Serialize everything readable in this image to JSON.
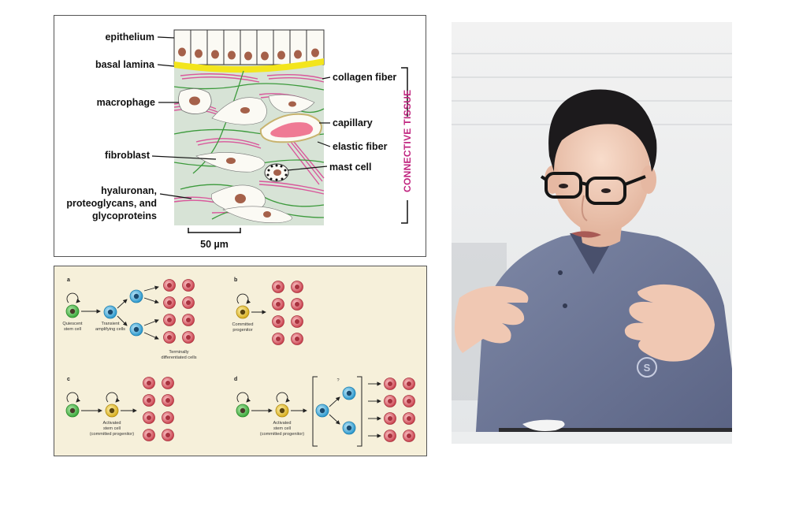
{
  "tissue_diagram": {
    "labels": {
      "epithelium": "epithelium",
      "basal_lamina": "basal lamina",
      "macrophage": "macrophage",
      "fibroblast": "fibroblast",
      "hyaluronan_line1": "hyaluronan,",
      "hyaluronan_line2": "proteoglycans, and",
      "hyaluronan_line3": "glycoproteins",
      "collagen_fiber": "collagen fiber",
      "capillary": "capillary",
      "elastic_fiber": "elastic fiber",
      "mast_cell": "mast cell",
      "connective_tissue": "CONNECTIVE TISSUE",
      "scale_bar": "50 µm"
    },
    "colors": {
      "basal_lamina": "#f3e51c",
      "tissue": "#d7e3d6",
      "collagen": "#d9579b",
      "elastic": "#3c9a3c",
      "accent": "#c0237f"
    }
  },
  "lineage_diagram": {
    "panels": {
      "a": "a",
      "b": "b",
      "c": "c",
      "d": "d"
    },
    "labels": {
      "quiescent_line1": "Quiescent",
      "quiescent_line2": "stem cell",
      "transient_line1": "Transient",
      "transient_line2": "amplifying cells",
      "terminal_line1": "Terminally",
      "terminal_line2": "differentiated cells",
      "committed_line1": "Committed",
      "committed_line2": "progenitor",
      "activated_c_line1": "Activated",
      "activated_c_line2": "stem cell",
      "activated_c_line3": "(committed progenitor)",
      "activated_d_line1": "Activated",
      "activated_d_line2": "stem cell",
      "activated_d_line3": "(committed progenitor)",
      "question": "?"
    },
    "colors": {
      "background": "#f6f0da",
      "stem": "#4cbb4c",
      "progenitor": "#e6c63a",
      "amplifying": "#3aa7d8",
      "differentiated": "#d9505a"
    }
  },
  "photo": {
    "logo_text": "S"
  }
}
